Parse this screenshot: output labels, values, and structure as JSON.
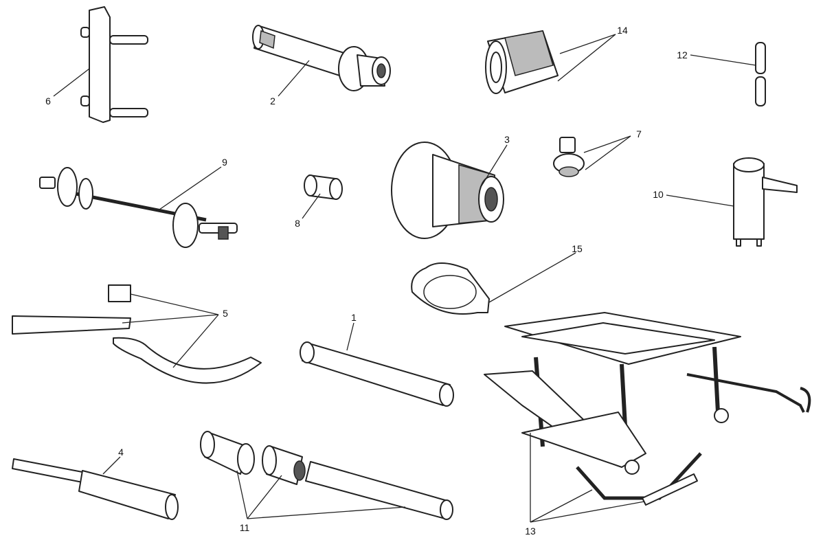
{
  "diagram": {
    "title": "Workshop service tools",
    "callouts": [
      {
        "id": "6",
        "label": "6"
      },
      {
        "id": "2",
        "label": "2"
      },
      {
        "id": "14",
        "label": "14"
      },
      {
        "id": "12",
        "label": "12"
      },
      {
        "id": "9",
        "label": "9"
      },
      {
        "id": "8",
        "label": "8"
      },
      {
        "id": "3",
        "label": "3"
      },
      {
        "id": "7",
        "label": "7"
      },
      {
        "id": "10",
        "label": "10"
      },
      {
        "id": "15",
        "label": "15"
      },
      {
        "id": "5",
        "label": "5"
      },
      {
        "id": "1",
        "label": "1"
      },
      {
        "id": "4",
        "label": "4"
      },
      {
        "id": "11",
        "label": "11"
      },
      {
        "id": "13",
        "label": "13"
      }
    ]
  }
}
